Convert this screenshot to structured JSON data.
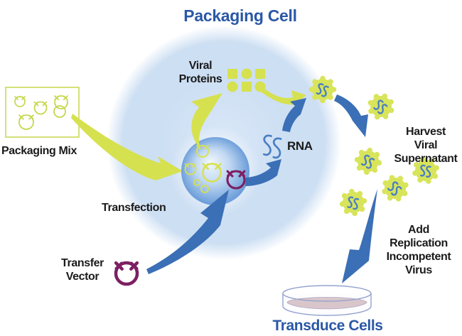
{
  "labels": {
    "title": "Packaging Cell",
    "viral_proteins": "Viral\nProteins",
    "packaging_mix": "Packaging Mix",
    "transfection": "Transfection",
    "transfer_vector": "Transfer\nVector",
    "rna": "RNA",
    "harvest": "Harvest Viral\nSupernatant",
    "add_virus": "Add\nReplication\nIncompetent\nVirus",
    "transduce_cells": "Transduce Cells"
  },
  "icons": {
    "plasmid_icon": "circle-with-insertion-notches",
    "rna_icon": "double-s-squiggle",
    "virus_icon": "gear-shaped-virus-particle-with-rna",
    "viral_proteins_icon": "grid-of-squares-and-circles",
    "petri_dish_icon": "culture-dish-with-medium"
  },
  "colors": {
    "accent_blue": "#2a58a6",
    "text_dark": "#1b1b1b",
    "arrow_yellow": "#d6e14f",
    "lime": "#c6d74b",
    "arrow_blue": "#3b6fb6",
    "magenta": "#7d1f63",
    "cell_fill": "#cddff3",
    "cell_fill_center": "#dae8f8",
    "nucleus_edge": "#5b92d5",
    "nucleus_mid": "#c2d9f2",
    "nucleus_center": "#f2f8fe",
    "virus_fill": "#d8e45a",
    "virus_squiggle": "#4a7ec2",
    "dish_stroke": "#95a3cf",
    "dish_liquid": "#d9c6cb"
  }
}
